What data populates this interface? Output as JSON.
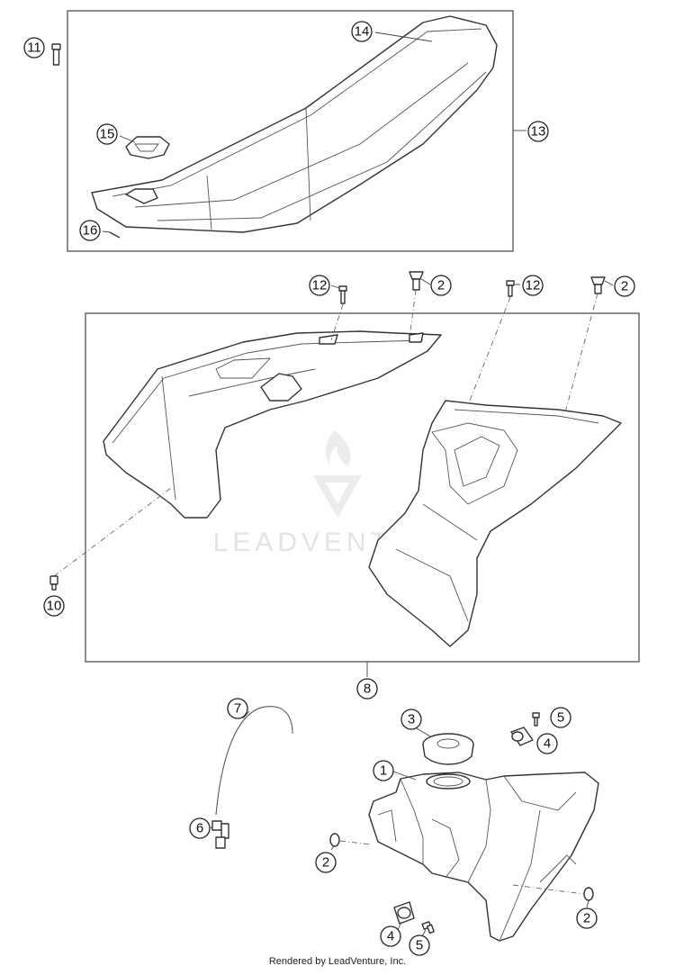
{
  "diagram": {
    "callouts": [
      {
        "id": "callout-11",
        "label": "11"
      },
      {
        "id": "callout-14",
        "label": "14"
      },
      {
        "id": "callout-13",
        "label": "13"
      },
      {
        "id": "callout-15",
        "label": "15"
      },
      {
        "id": "callout-16",
        "label": "16"
      },
      {
        "id": "callout-12-left",
        "label": "12"
      },
      {
        "id": "callout-2-upper-left",
        "label": "2"
      },
      {
        "id": "callout-12-right",
        "label": "12"
      },
      {
        "id": "callout-2-upper-right",
        "label": "2"
      },
      {
        "id": "callout-10",
        "label": "10"
      },
      {
        "id": "callout-8",
        "label": "8"
      },
      {
        "id": "callout-7",
        "label": "7"
      },
      {
        "id": "callout-3",
        "label": "3"
      },
      {
        "id": "callout-5-upper",
        "label": "5"
      },
      {
        "id": "callout-4-upper",
        "label": "4"
      },
      {
        "id": "callout-1",
        "label": "1"
      },
      {
        "id": "callout-6",
        "label": "6"
      },
      {
        "id": "callout-2-lower-left",
        "label": "2"
      },
      {
        "id": "callout-2-lower-right",
        "label": "2"
      },
      {
        "id": "callout-4-lower",
        "label": "4"
      },
      {
        "id": "callout-5-lower",
        "label": "5"
      }
    ]
  },
  "watermark": {
    "brand": "LEADVENTURE"
  },
  "footer": {
    "text": "Rendered by LeadVenture, Inc."
  }
}
